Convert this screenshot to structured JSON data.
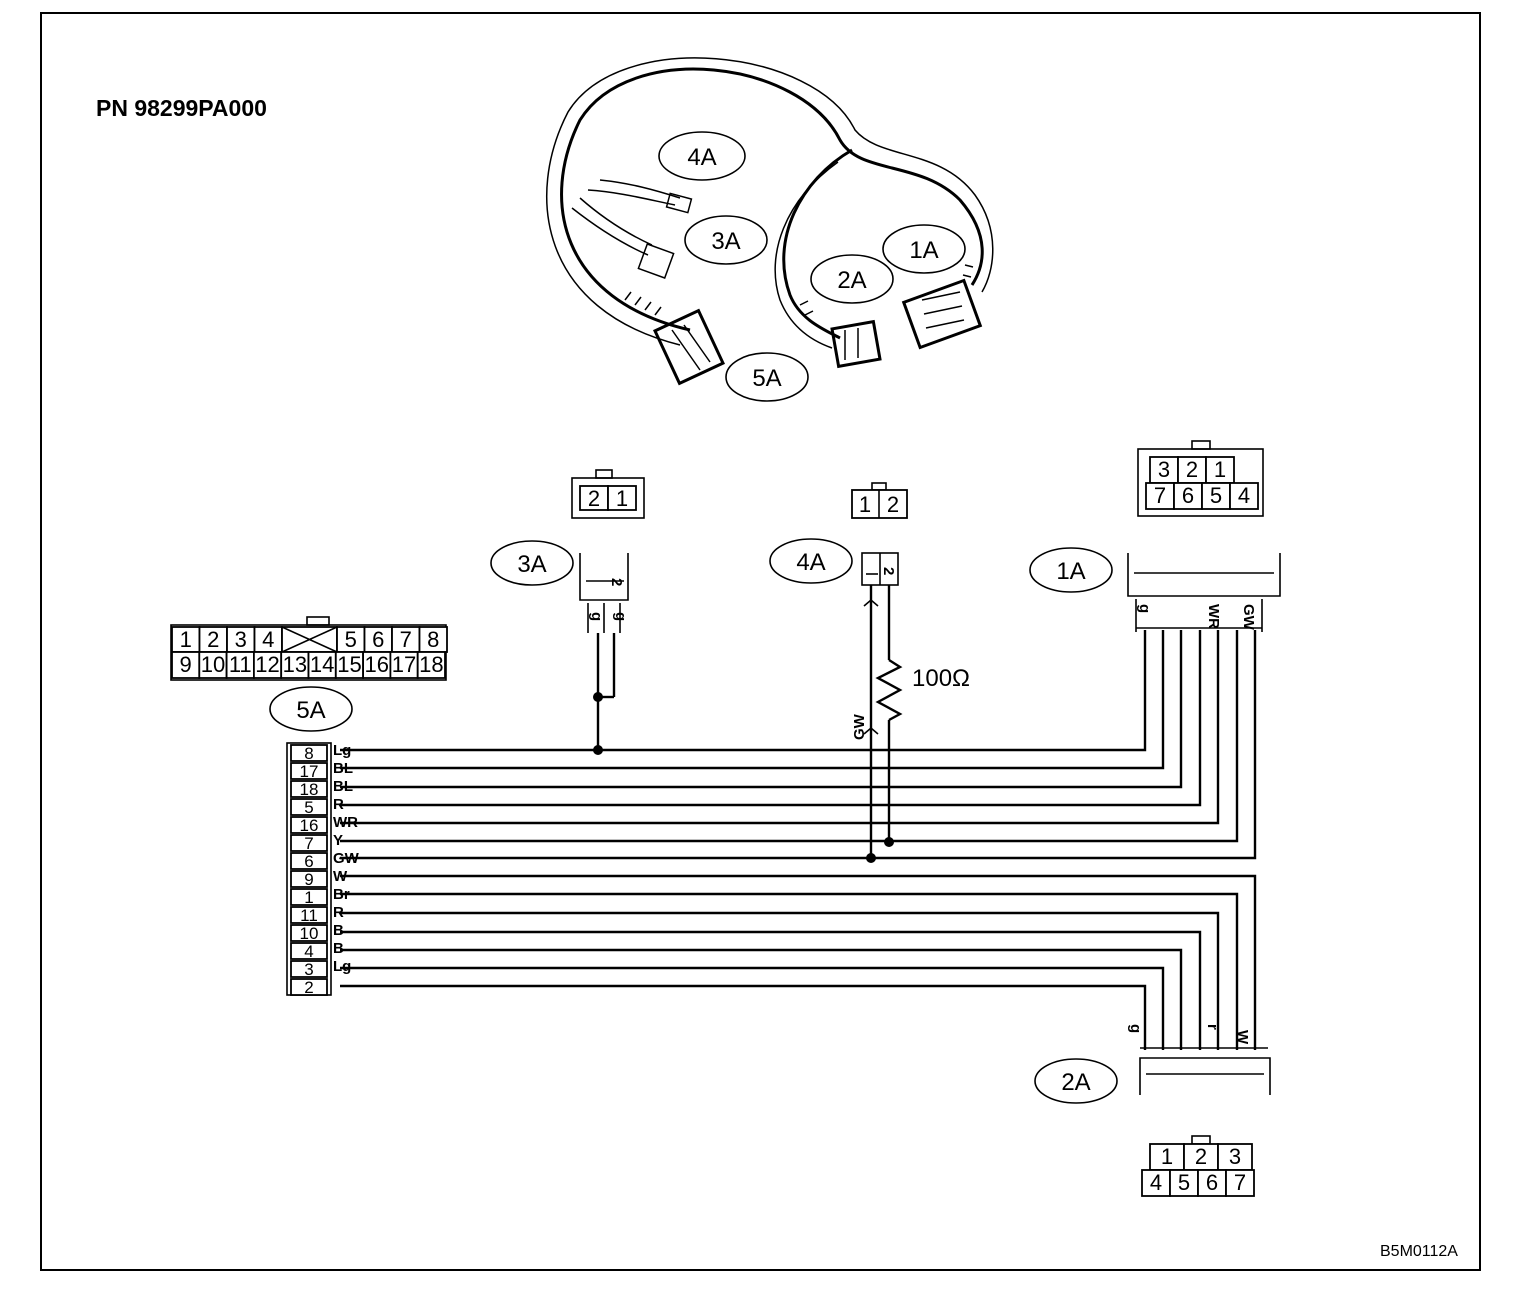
{
  "part_number": "PN  98299PA000",
  "figure_code": "B5M0112A",
  "resistor_value": "100Ω",
  "bubbles": {
    "c1a": "1A",
    "c2a": "2A",
    "c3a": "3A",
    "c4a": "4A",
    "c5a": "5A"
  },
  "connector_5a": {
    "top_row": [
      "1",
      "2",
      "3",
      "4",
      "5",
      "6",
      "7",
      "8"
    ],
    "bottom_row": [
      "9",
      "10",
      "11",
      "12",
      "13",
      "14",
      "15",
      "16",
      "17",
      "18"
    ],
    "pins": [
      "8",
      "17",
      "18",
      "5",
      "16",
      "7",
      "6",
      "9",
      "1",
      "11",
      "10",
      "4",
      "3",
      "2"
    ],
    "wire_colors": [
      "Lg",
      "BL",
      "BL",
      "R",
      "WR",
      "Y",
      "GW",
      "W",
      "Br",
      "R",
      "B",
      "B",
      "Lg",
      ""
    ]
  },
  "connector_3a": {
    "face": [
      "2",
      "1"
    ]
  },
  "connector_4a": {
    "face": [
      "1",
      "2"
    ],
    "wire_color": "GW"
  },
  "connector_1a": {
    "face_top": [
      "3",
      "2",
      "1"
    ],
    "face_bottom": [
      "7",
      "6",
      "5",
      "4"
    ]
  },
  "connector_2a": {
    "face_top": [
      "1",
      "2",
      "3"
    ],
    "face_bottom": [
      "4",
      "5",
      "6",
      "7"
    ]
  }
}
